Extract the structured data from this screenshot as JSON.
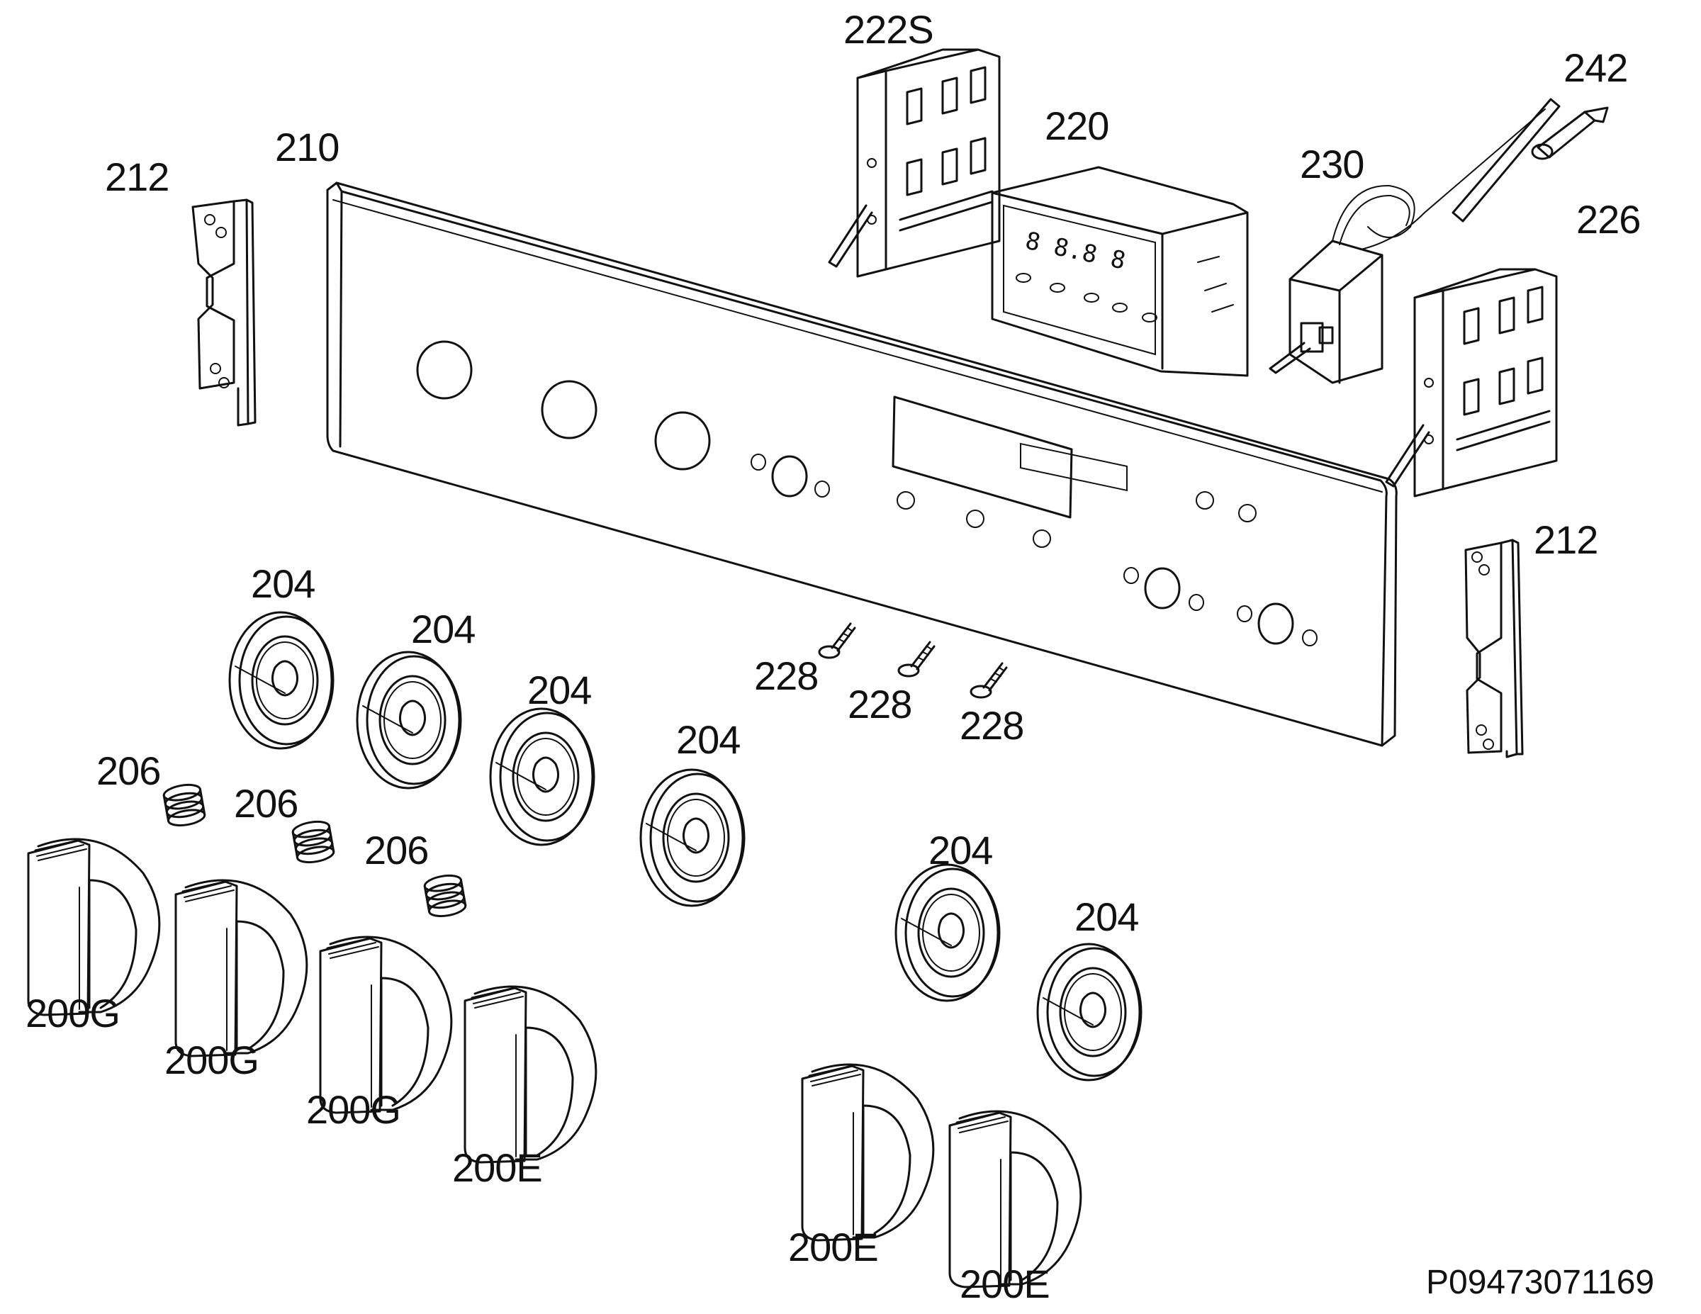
{
  "diagram": {
    "doc_code": "P09473071169",
    "labels": {
      "bracket_left": "212",
      "control_panel": "210",
      "switch_top": "222S",
      "timer": "220",
      "thermostat": "230",
      "sensor": "242",
      "switch_right": "226",
      "bracket_right": "212",
      "bezel_1": "204",
      "bezel_2": "204",
      "bezel_3": "204",
      "bezel_4": "204",
      "bezel_5": "204",
      "bezel_6": "204",
      "spring_1": "206",
      "spring_2": "206",
      "spring_3": "206",
      "screw_1": "228",
      "screw_2": "228",
      "screw_3": "228",
      "knob_1": "200G",
      "knob_2": "200G",
      "knob_3": "200G",
      "knob_4": "200E",
      "knob_5": "200E",
      "knob_6": "200E"
    }
  }
}
